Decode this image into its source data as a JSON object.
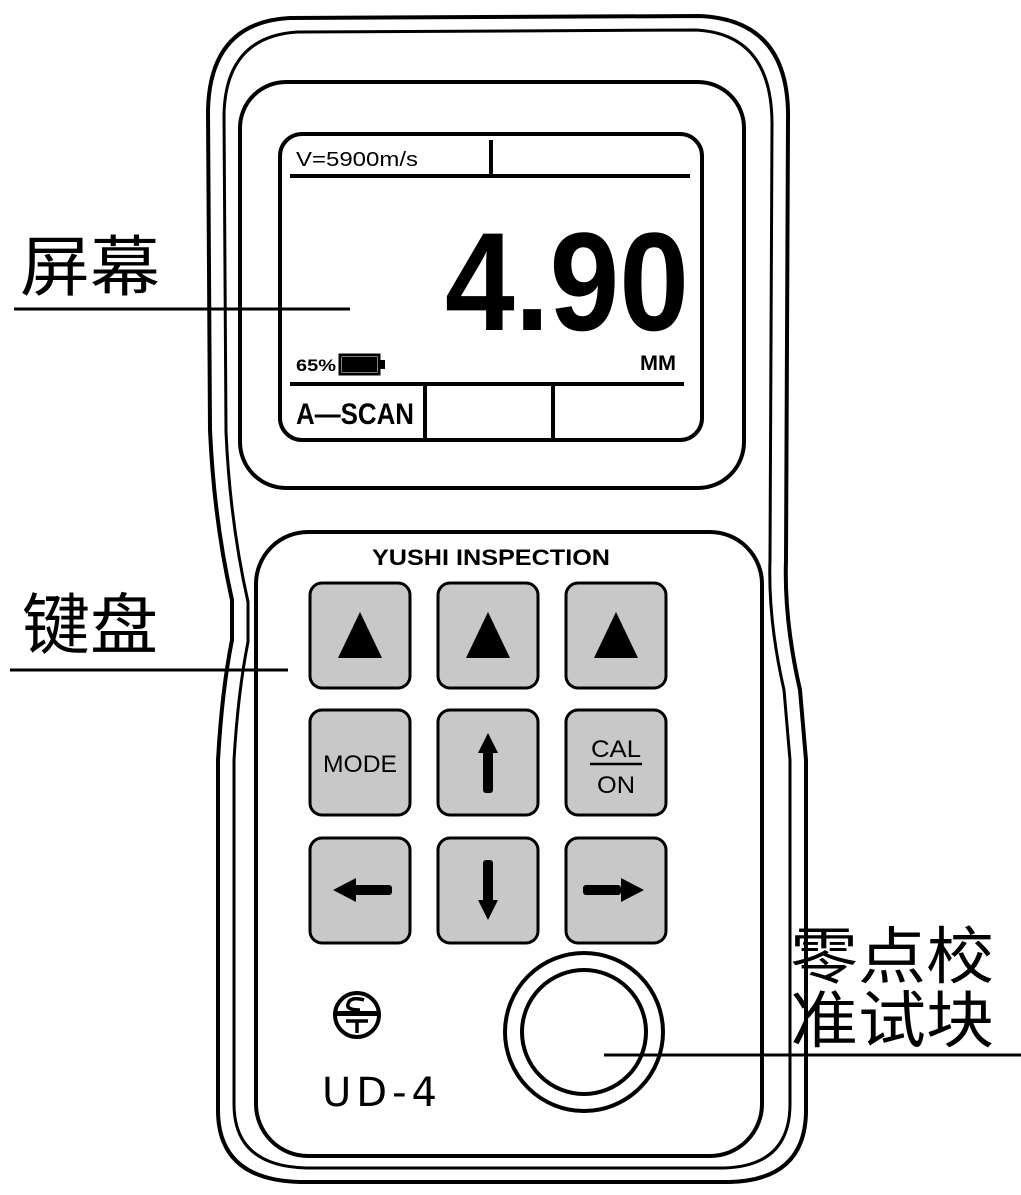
{
  "callouts": {
    "screen": "屏幕",
    "keypad": "键盘",
    "zero_block_line1": "零点校",
    "zero_block_line2": "准试块"
  },
  "display": {
    "velocity": "V=5900m/s",
    "reading": "4.90",
    "battery_percent_text": "65%",
    "battery_level": 0.65,
    "unit": "MM",
    "softkey_1": "A—SCAN",
    "softkey_2": "",
    "softkey_3": ""
  },
  "keypad": {
    "brand": "YUSHI INSPECTION",
    "row1": [
      {
        "icon": "triangle-up-icon"
      },
      {
        "icon": "triangle-up-icon"
      },
      {
        "icon": "triangle-up-icon"
      }
    ],
    "mode_label": "MODE",
    "up_icon": "arrow-up-icon",
    "cal_label": "CAL",
    "on_label": "ON",
    "left_icon": "arrow-left-icon",
    "down_icon": "arrow-down-icon",
    "right_icon": "arrow-right-icon"
  },
  "model": "UD-4",
  "colors": {
    "key_fill": "#c8c8c8",
    "outline": "#000000",
    "body": "#ffffff"
  }
}
